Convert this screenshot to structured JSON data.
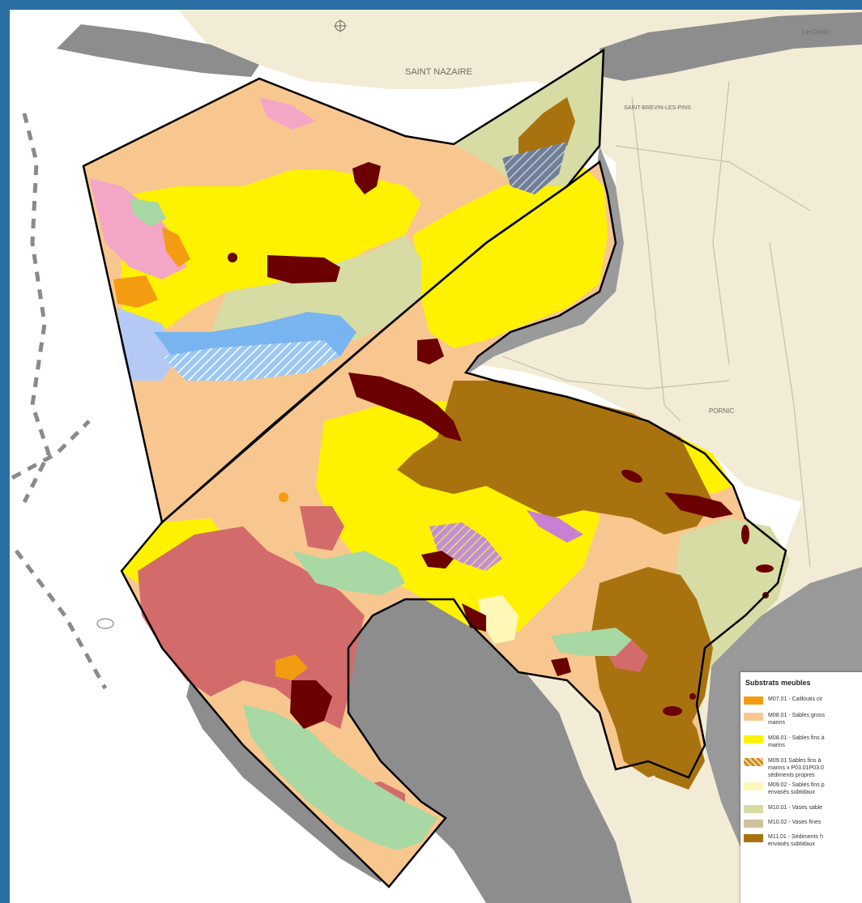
{
  "colors": {
    "sea": "#ffffff",
    "land": "#f2ebd6",
    "deep_channel": "#8d8d8d",
    "frame": "#2a6fa3",
    "M07_01": "#f39c12",
    "M08_01": "#f8c78f",
    "M08_01_fine": "#fff200",
    "M09_02": "#fdf7b8",
    "M10_01": "#d7dba4",
    "M10_02": "#cfc1a0",
    "M11_01": "#a8730f",
    "mixed_blue": "#78b4f0",
    "light_blue": "#b5c9f5",
    "pink": "#f4a6c6",
    "rose": "#d46b6b",
    "green": "#a8d8a3",
    "dark_red": "#6b0000",
    "violet": "#c97fd2",
    "study_area_outline": "#000000"
  },
  "map": {
    "place_labels": [
      "SAINT NAZAIRE",
      "SAINT-BREVIN-LES-PINS",
      "PORNIC",
      "Le Croisic"
    ],
    "icons": [
      "compass-rose-icon",
      "depth-sounding-icon"
    ]
  },
  "legend": {
    "title": "Substrats meubles",
    "items": [
      {
        "code": "M07",
        "label": "M07.01 - Cailloutis cir",
        "color_key": "M07_01",
        "hatched": false
      },
      {
        "code": "M08",
        "label": "M08.01 - Sables gross\nmarins",
        "color_key": "M08_01",
        "hatched": false
      },
      {
        "code": "M08b",
        "label": "M08.01 - Sables fins à\nmarins",
        "color_key": "M08_01_fine",
        "hatched": false
      },
      {
        "code": "M09",
        "label": "M09.01 Sables fins à\nmarins x P03.01P03.0\nsédiments propres",
        "color_key": "M08_01",
        "hatched": true
      },
      {
        "code": "M09b",
        "label": "M09.02 - Sables fins p\nenvasés subtidaux",
        "color_key": "M09_02",
        "hatched": false
      },
      {
        "code": "M10",
        "label": "M10.01 - Vases sable",
        "color_key": "M10_01",
        "hatched": false
      },
      {
        "code": "M10b",
        "label": "M10.02 - Vases fines",
        "color_key": "M10_02",
        "hatched": false
      },
      {
        "code": "M11",
        "label": "M11.01 - Sédiments h\nenvasés subtidaux",
        "color_key": "M11_01",
        "hatched": false
      }
    ]
  }
}
